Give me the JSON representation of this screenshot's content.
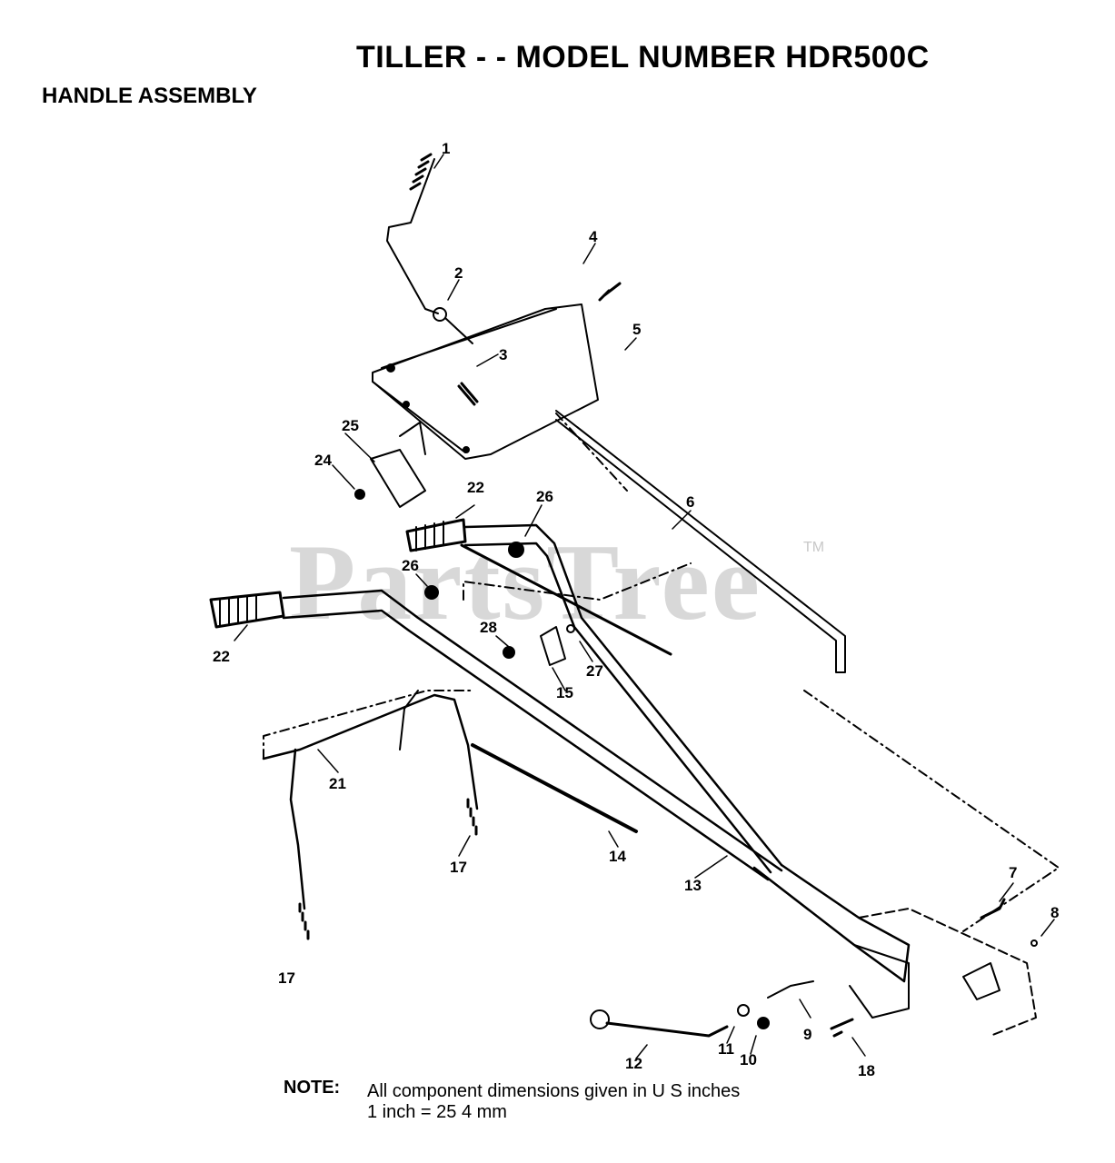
{
  "header": {
    "title": "TILLER - - MODEL NUMBER HDR500C",
    "subtitle": "HANDLE ASSEMBLY"
  },
  "watermark": {
    "text": "PartsTree",
    "tm": "TM"
  },
  "callouts": [
    "1",
    "2",
    "3",
    "4",
    "5",
    "24",
    "25",
    "6",
    "22",
    "26",
    "26",
    "22",
    "28",
    "27",
    "15",
    "21",
    "17",
    "14",
    "17",
    "13",
    "7",
    "8",
    "11",
    "12",
    "10",
    "9",
    "18"
  ],
  "note": {
    "label": "NOTE:",
    "line1": "All component dimensions given in U S  inches",
    "line2": "1 inch = 25 4 mm"
  }
}
